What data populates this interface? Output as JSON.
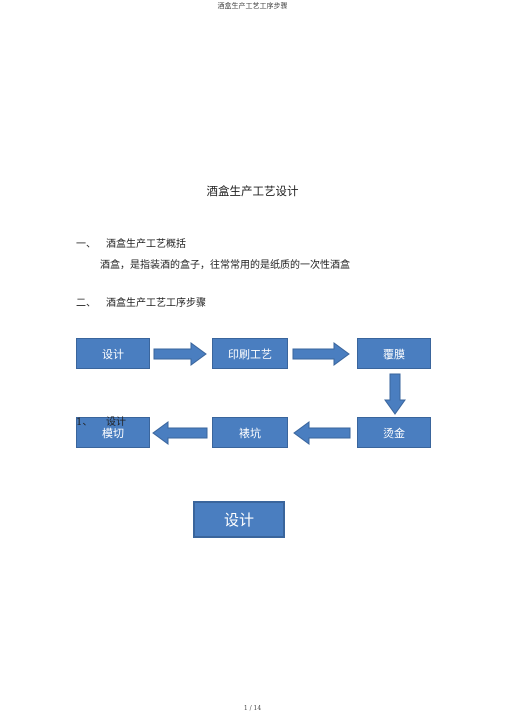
{
  "header": {
    "text": "酒盒生产工艺工序步骤"
  },
  "title": "酒盒生产工艺设计",
  "section1": {
    "number": "一、",
    "heading": "酒盒生产工艺概括",
    "body": "酒盒，是指装酒的盒子，往常常用的是纸质的一次性酒盒"
  },
  "section2": {
    "number": "二、",
    "heading": "酒盒生产工艺工序步骤"
  },
  "flow": {
    "row1": [
      "设计",
      "印刷工艺",
      "覆膜"
    ],
    "row2": [
      "模切",
      "裱坑",
      "烫金"
    ],
    "colors": {
      "box": "#4a7ec0",
      "border": "#3a659c",
      "text": "#ffffff"
    }
  },
  "subsection": {
    "number": "1、",
    "heading": "设计"
  },
  "design_box": {
    "label": "设计"
  },
  "footer": {
    "page": "1 / 14"
  }
}
